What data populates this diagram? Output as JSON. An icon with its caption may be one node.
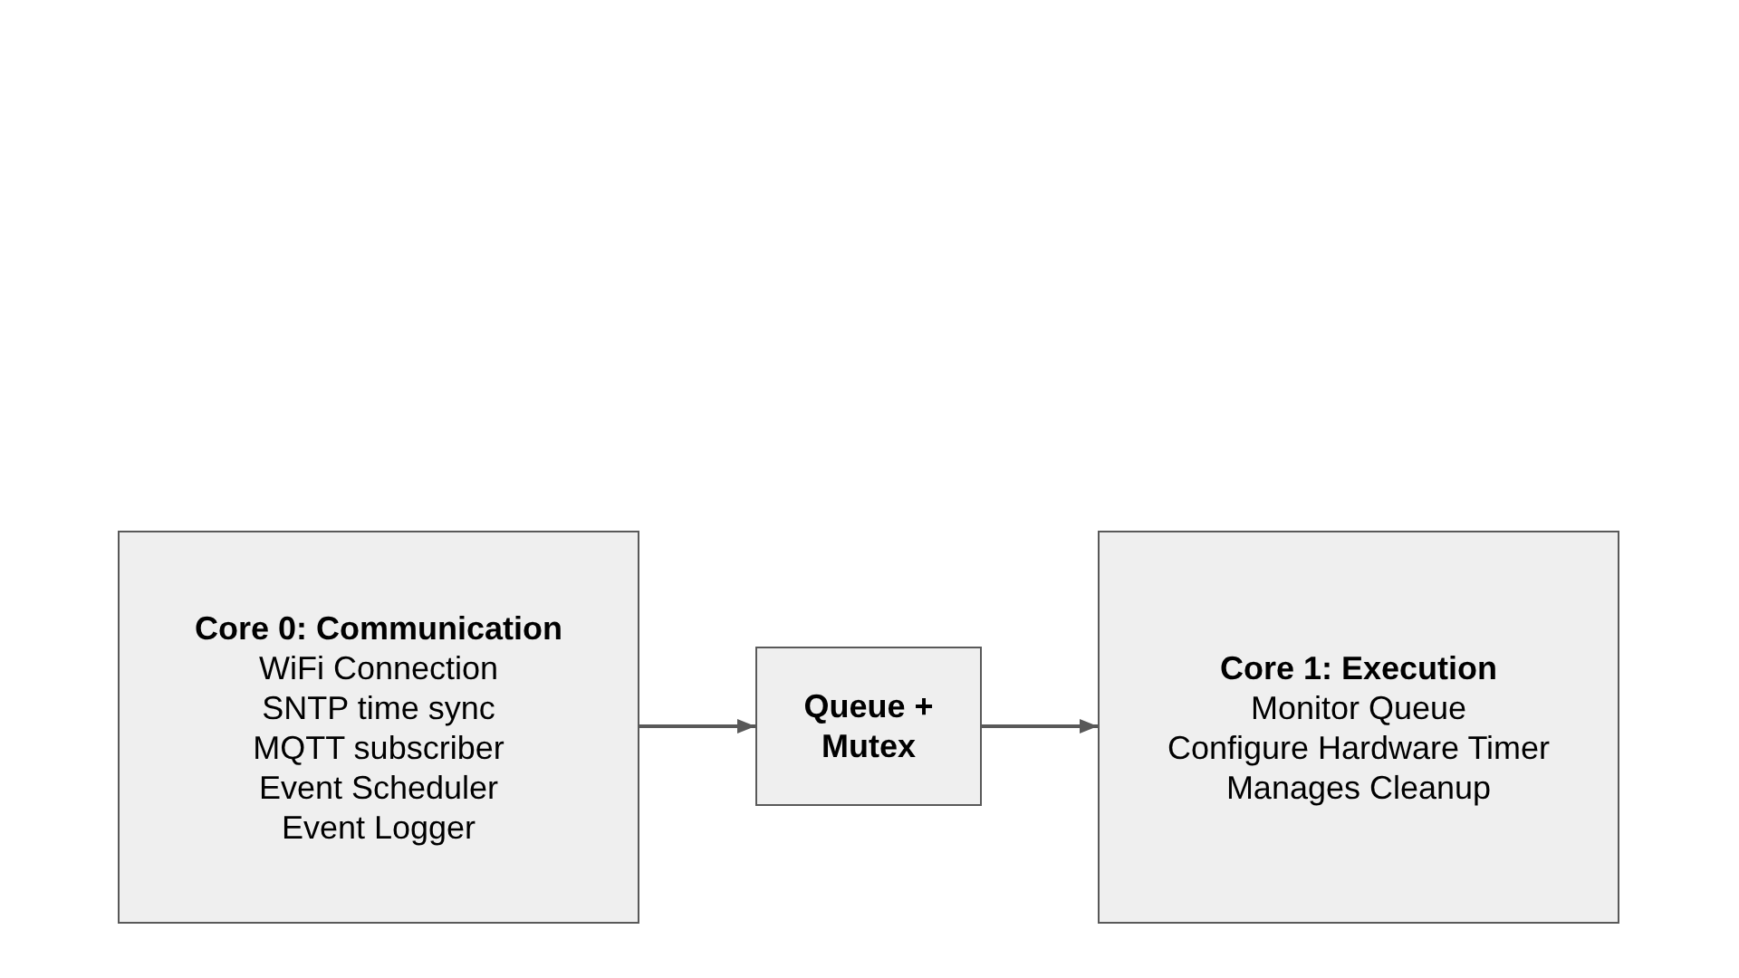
{
  "diagram": {
    "nodes": [
      {
        "text": [
          "Core 0: Communication",
          "WiFi Connection",
          "SNTP time sync",
          "MQTT subscriber",
          "Event Scheduler",
          "Event Logger"
        ]
      },
      {
        "text": [
          "Queue + Mutex"
        ]
      },
      {
        "text": [
          "Core 1: Execution",
          "Monitor Queue",
          "Configure Hardware Timer",
          "Manages Cleanup"
        ]
      }
    ],
    "edges": [
      {
        "from": 0,
        "to": 1,
        "arrow": "to"
      },
      {
        "from": 1,
        "to": 2,
        "arrow": "to"
      }
    ]
  }
}
